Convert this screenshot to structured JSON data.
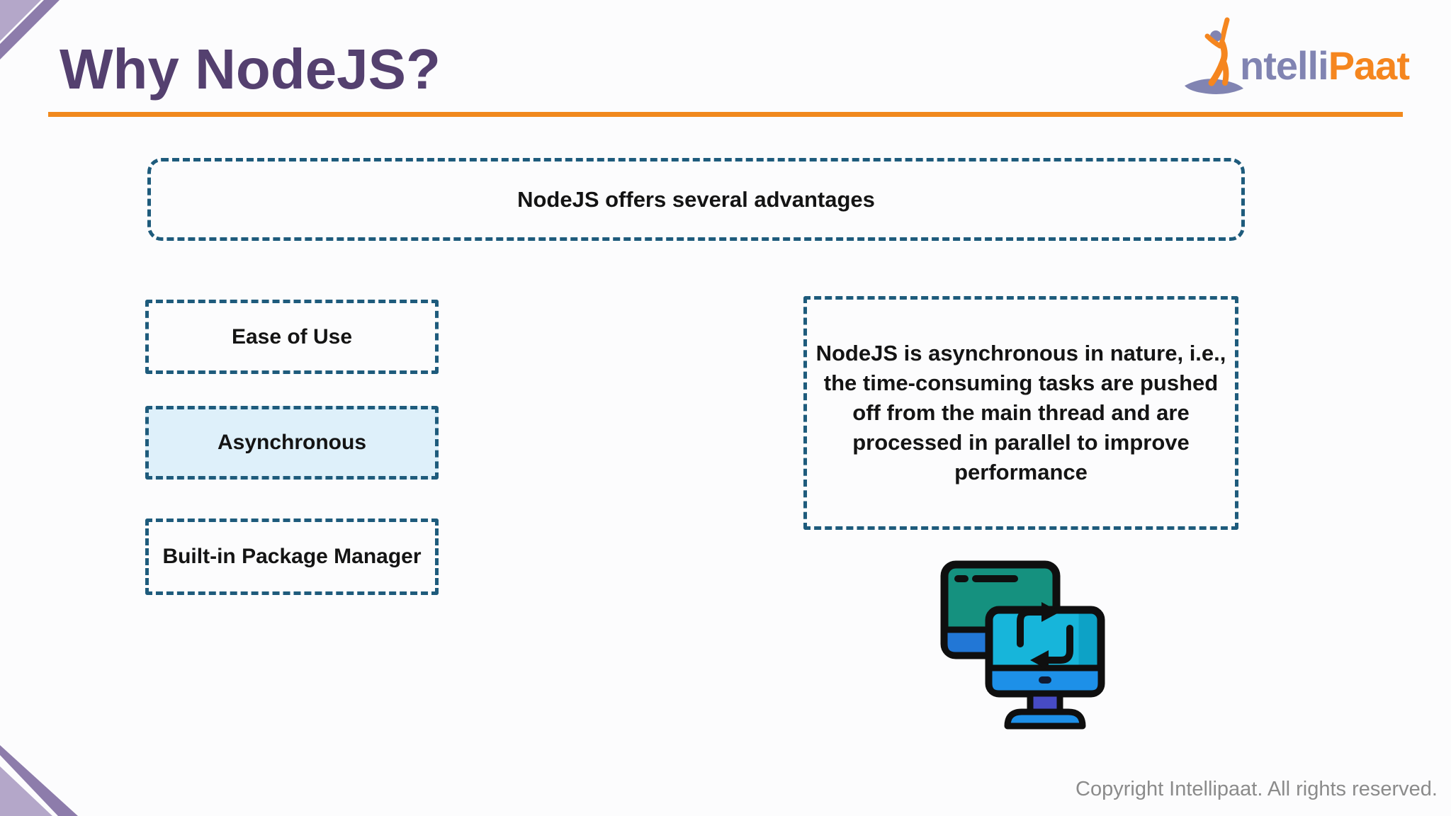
{
  "page": {
    "title": "Why NodeJS?",
    "copyright": "Copyright Intellipaat. All rights reserved."
  },
  "logo": {
    "name": "IntelliPaat",
    "text_primary": "ntelli",
    "text_secondary": "Paat"
  },
  "banner": {
    "text": "NodeJS offers several advantages"
  },
  "advantages": [
    {
      "label": "Ease of Use",
      "highlighted": false
    },
    {
      "label": "Asynchronous",
      "highlighted": true
    },
    {
      "label": "Built-in Package Manager",
      "highlighted": false
    }
  ],
  "detail": {
    "text": "NodeJS is asynchronous in nature, i.e., the time-consuming tasks are pushed off from the main thread and are processed in parallel to improve performance",
    "lines": [
      "NodeJS is asynchronous in nature, i.e.,",
      "the time-consuming tasks are pushed",
      "off from the main thread and are",
      "processed in parallel to improve",
      "performance"
    ]
  },
  "icons": {
    "monitors_sync": "two-monitors-sync-icon",
    "logo_figure": "leaping-person-icon"
  },
  "colors": {
    "title_purple": "#54406f",
    "accent_orange": "#f1891d",
    "dashed_border": "#1e5b7c",
    "highlight_fill": "#def0fa",
    "logo_slate": "#8184b2",
    "logo_orange": "#f5861f",
    "copyright_gray": "#8b8b8b",
    "decor_light_purple": "#b4a7c9",
    "decor_dark_purple": "#8d7cab",
    "icon_teal_screen": "#15917f",
    "icon_cyan_screen": "#17b5da",
    "icon_blue_bar": "#1d90e8",
    "icon_stand_indigo": "#474bc5"
  }
}
